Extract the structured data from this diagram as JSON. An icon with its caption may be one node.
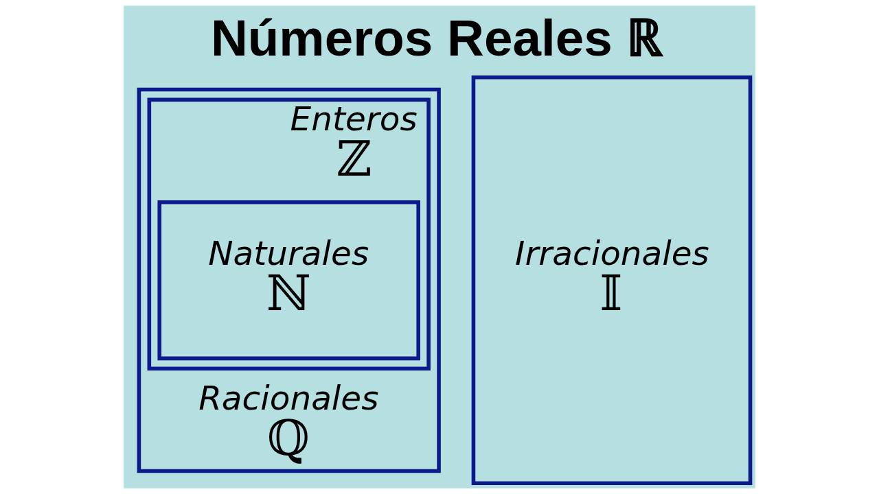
{
  "diagram": {
    "title": "Números Reales ℝ",
    "nodes": [
      {
        "text": [
          "Racionales",
          "ℚ"
        ]
      },
      {
        "text": [
          "Enteros",
          "ℤ"
        ],
        "in": 0
      },
      {
        "text": [
          "Naturales",
          "ℕ"
        ],
        "in": 1
      },
      {
        "text": [
          "Irracionales",
          "𝕀"
        ]
      }
    ],
    "edges": []
  }
}
